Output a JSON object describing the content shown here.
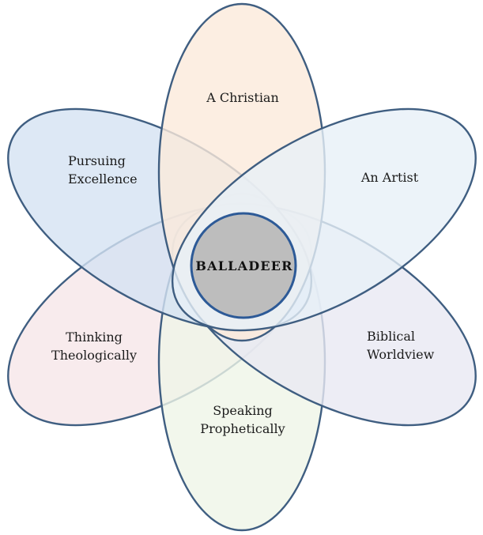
{
  "diagram": {
    "title": "Balladeer identity flower venn diagram",
    "stroke_color": "#3f5e81",
    "background": "#ffffff",
    "center": {
      "label": "BALLADEER",
      "fill": "#bdbdbd",
      "stroke": "#2d5a97"
    },
    "petals": [
      {
        "id": "a-christian",
        "label": "A Christian",
        "fill": "#fbeadb",
        "angle_deg": 0,
        "position": "top"
      },
      {
        "id": "an-artist",
        "label": "An Artist",
        "fill": "#e7f0f7",
        "angle_deg": 60,
        "position": "upper-right"
      },
      {
        "id": "biblical-worldview",
        "label": "Biblical\nWorldview",
        "fill": "#e9e8f3",
        "angle_deg": 120,
        "position": "lower-right"
      },
      {
        "id": "speaking-prophetically",
        "label": "Speaking\nProphetically",
        "fill": "#eff5e7",
        "angle_deg": 180,
        "position": "bottom"
      },
      {
        "id": "thinking-theologically",
        "label": "Thinking\nTheologically",
        "fill": "#f6e6e8",
        "angle_deg": 240,
        "position": "lower-left"
      },
      {
        "id": "pursuing-excellence",
        "label": "Pursuing\nExcellence",
        "fill": "#d4e2f2",
        "angle_deg": 300,
        "position": "upper-left"
      }
    ]
  }
}
